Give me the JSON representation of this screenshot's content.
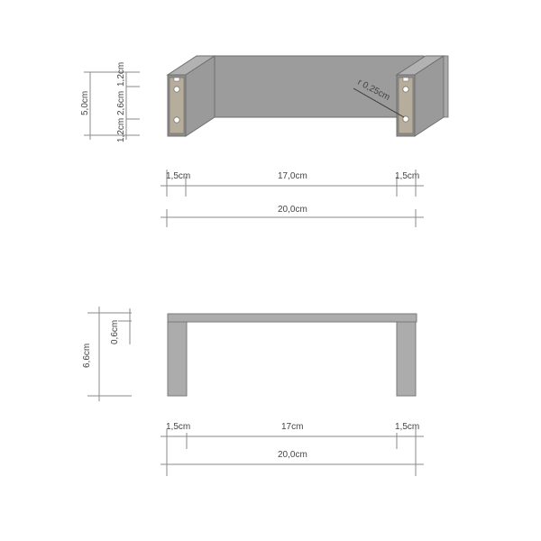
{
  "colors": {
    "body_gray": "#9a9a9a",
    "body_dark": "#7d7d7d",
    "body_light": "#b0b0b0",
    "plate_tan": "#b7ad9c",
    "front_view_gray": "#acacac",
    "outline": "#6e6e6e",
    "dimension_line": "#8a8a8a",
    "label_text": "#444444"
  },
  "top_view": {
    "height_dimension": {
      "total": "5,0cm",
      "top_segment": "1,2cm",
      "middle_segment": "2,6cm",
      "bottom_segment": "1,2cm"
    },
    "hole_radius_label": "r 0,25cm",
    "width_dimensions": {
      "left_segment": "1,5cm",
      "middle_segment": "17,0cm",
      "right_segment": "1,5cm",
      "total": "20,0cm"
    }
  },
  "front_view": {
    "height_dimension": {
      "total": "6,6cm",
      "top_thickness": "0,6cm"
    },
    "width_dimensions": {
      "left_segment": "1,5cm",
      "middle_segment": "17cm",
      "right_segment": "1,5cm",
      "total": "20,0cm"
    }
  }
}
